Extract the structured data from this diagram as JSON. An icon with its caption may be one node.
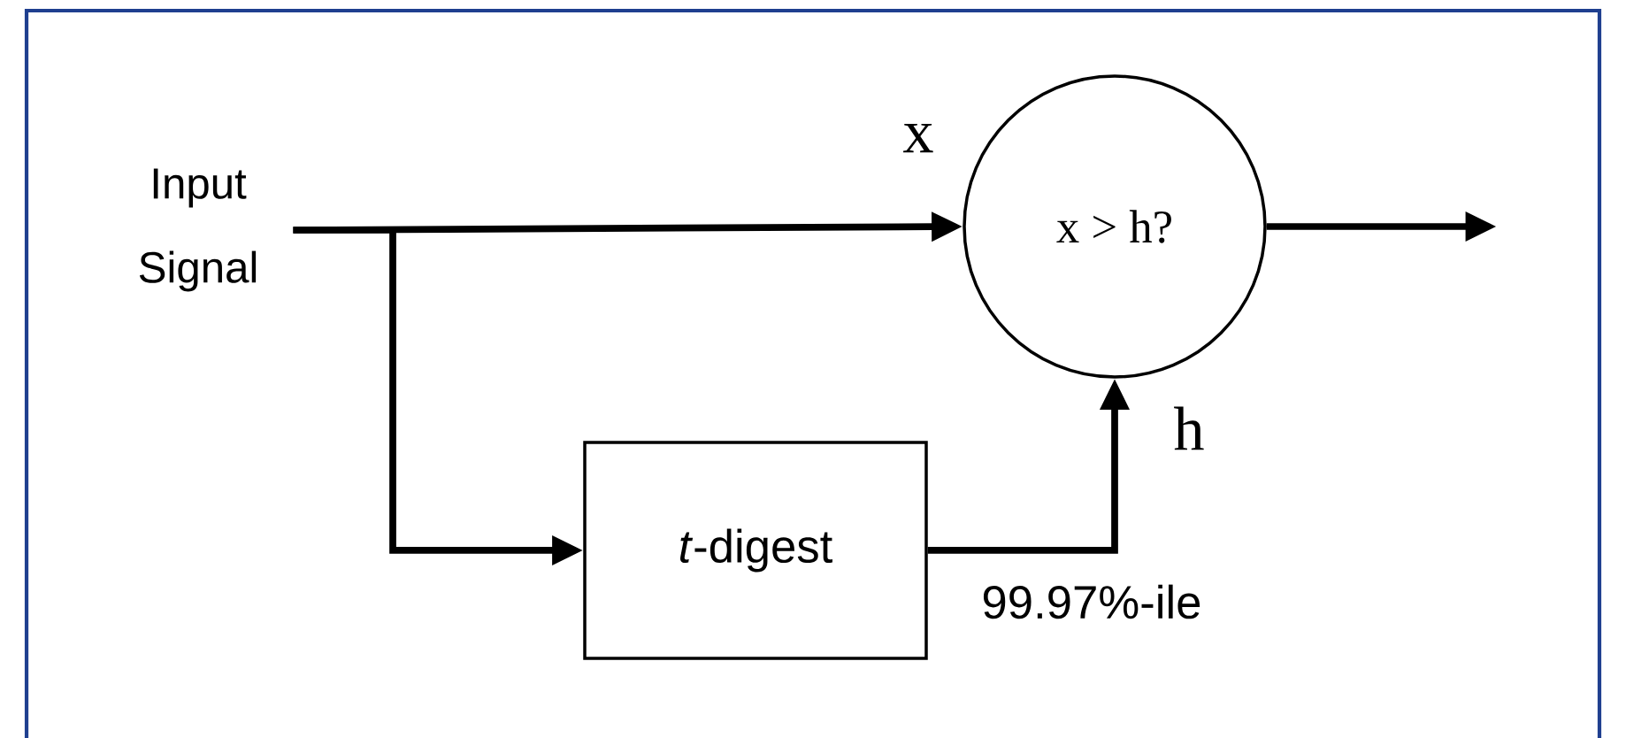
{
  "diagram": {
    "nodes": [
      {
        "text": [
          "Input Signal"
        ]
      },
      {
        "text": [
          "x > h?"
        ]
      },
      {
        "text": [
          "*t*-digest"
        ]
      }
    ],
    "edges": [
      {
        "from": 0,
        "to": 1,
        "arrow": "to",
        "label": "x"
      },
      {
        "from": 0,
        "to": 2,
        "arrow": "to"
      },
      {
        "from": 2,
        "to": 1,
        "arrow": "to",
        "label": "h"
      },
      {
        "from": 1,
        "to": null,
        "arrow": "to"
      }
    ],
    "labels": [
      "99.97%-ile"
    ]
  }
}
